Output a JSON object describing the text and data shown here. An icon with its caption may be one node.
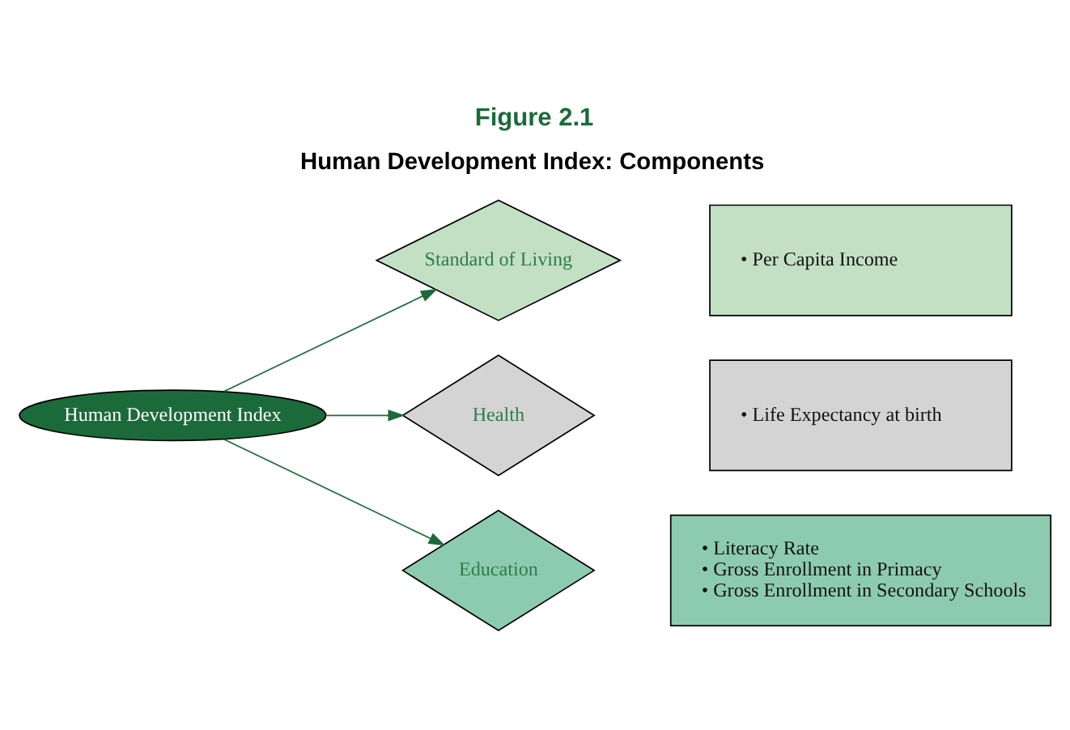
{
  "diagram": {
    "title": "Figure 2.1",
    "caption": "Human Development Index: Components",
    "nodes": [
      {
        "text": [
          "Human Development Index"
        ]
      },
      {
        "text": [
          "Standard of Living"
        ]
      },
      {
        "text": [
          "Health"
        ]
      },
      {
        "text": [
          "Education"
        ]
      },
      {
        "text": [
          "• Per Capita Income"
        ]
      },
      {
        "text": [
          "• Life Expectancy at birth"
        ]
      },
      {
        "text": [
          "• Literacy Rate",
          "• Gross Enrollment in Primacy",
          "• Gross Enrollment in Secondary Schools"
        ]
      }
    ],
    "edges": [
      {
        "from": 0,
        "to": 1,
        "arrow": "to"
      },
      {
        "from": 0,
        "to": 2,
        "arrow": "to"
      },
      {
        "from": 0,
        "to": 3,
        "arrow": "to"
      }
    ]
  }
}
